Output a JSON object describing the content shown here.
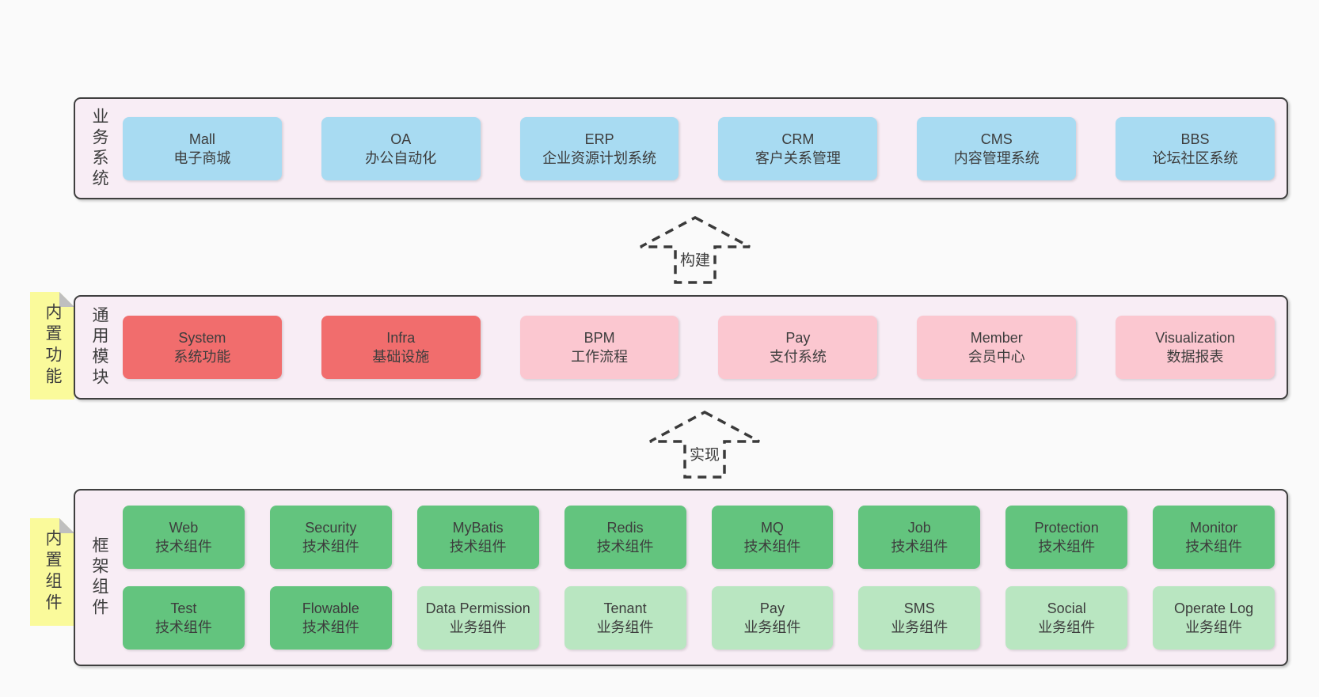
{
  "colors": {
    "page_bg": "#fafafa",
    "band_bg": "#f8edf5",
    "band_border": "#3f3f3f",
    "blue": "#a8dbf2",
    "red": "#f16d6d",
    "pink": "#fbc7d0",
    "green": "#63c47e",
    "light_green": "#b9e6c1",
    "note_yellow": "#fafa9b",
    "note_fold": "#bfbfbf",
    "text": "#3d3d3d"
  },
  "bands": [
    {
      "id": "business-systems",
      "label": "业务系统",
      "rows": [
        [
          {
            "title": "Mall",
            "subtitle": "电子商城",
            "variant": "blue"
          },
          {
            "title": "OA",
            "subtitle": "办公自动化",
            "variant": "blue"
          },
          {
            "title": "ERP",
            "subtitle": "企业资源计划系统",
            "variant": "blue"
          },
          {
            "title": "CRM",
            "subtitle": "客户关系管理",
            "variant": "blue"
          },
          {
            "title": "CMS",
            "subtitle": "内容管理系统",
            "variant": "blue"
          },
          {
            "title": "BBS",
            "subtitle": "论坛社区系统",
            "variant": "blue"
          }
        ]
      ]
    },
    {
      "id": "common-modules",
      "label": "通用模块",
      "note": "内置功能",
      "rows": [
        [
          {
            "title": "System",
            "subtitle": "系统功能",
            "variant": "red"
          },
          {
            "title": "Infra",
            "subtitle": "基础设施",
            "variant": "red"
          },
          {
            "title": "BPM",
            "subtitle": "工作流程",
            "variant": "pink"
          },
          {
            "title": "Pay",
            "subtitle": "支付系统",
            "variant": "pink"
          },
          {
            "title": "Member",
            "subtitle": "会员中心",
            "variant": "pink"
          },
          {
            "title": "Visualization",
            "subtitle": "数据报表",
            "variant": "pink"
          }
        ]
      ]
    },
    {
      "id": "framework-components",
      "label": "框架组件",
      "note": "内置组件",
      "rows": [
        [
          {
            "title": "Web",
            "subtitle": "技术组件",
            "variant": "green"
          },
          {
            "title": "Security",
            "subtitle": "技术组件",
            "variant": "green"
          },
          {
            "title": "MyBatis",
            "subtitle": "技术组件",
            "variant": "green"
          },
          {
            "title": "Redis",
            "subtitle": "技术组件",
            "variant": "green"
          },
          {
            "title": "MQ",
            "subtitle": "技术组件",
            "variant": "green"
          },
          {
            "title": "Job",
            "subtitle": "技术组件",
            "variant": "green"
          },
          {
            "title": "Protection",
            "subtitle": "技术组件",
            "variant": "green"
          },
          {
            "title": "Monitor",
            "subtitle": "技术组件",
            "variant": "green"
          }
        ],
        [
          {
            "title": "Test",
            "subtitle": "技术组件",
            "variant": "green"
          },
          {
            "title": "Flowable",
            "subtitle": "技术组件",
            "variant": "green"
          },
          {
            "title": "Data Permission",
            "subtitle": "业务组件",
            "variant": "light-green"
          },
          {
            "title": "Tenant",
            "subtitle": "业务组件",
            "variant": "light-green"
          },
          {
            "title": "Pay",
            "subtitle": "业务组件",
            "variant": "light-green"
          },
          {
            "title": "SMS",
            "subtitle": "业务组件",
            "variant": "light-green"
          },
          {
            "title": "Social",
            "subtitle": "业务组件",
            "variant": "light-green"
          },
          {
            "title": "Operate Log",
            "subtitle": "业务组件",
            "variant": "light-green"
          }
        ]
      ]
    }
  ],
  "arrows": [
    {
      "label": "构建"
    },
    {
      "label": "实现"
    }
  ]
}
